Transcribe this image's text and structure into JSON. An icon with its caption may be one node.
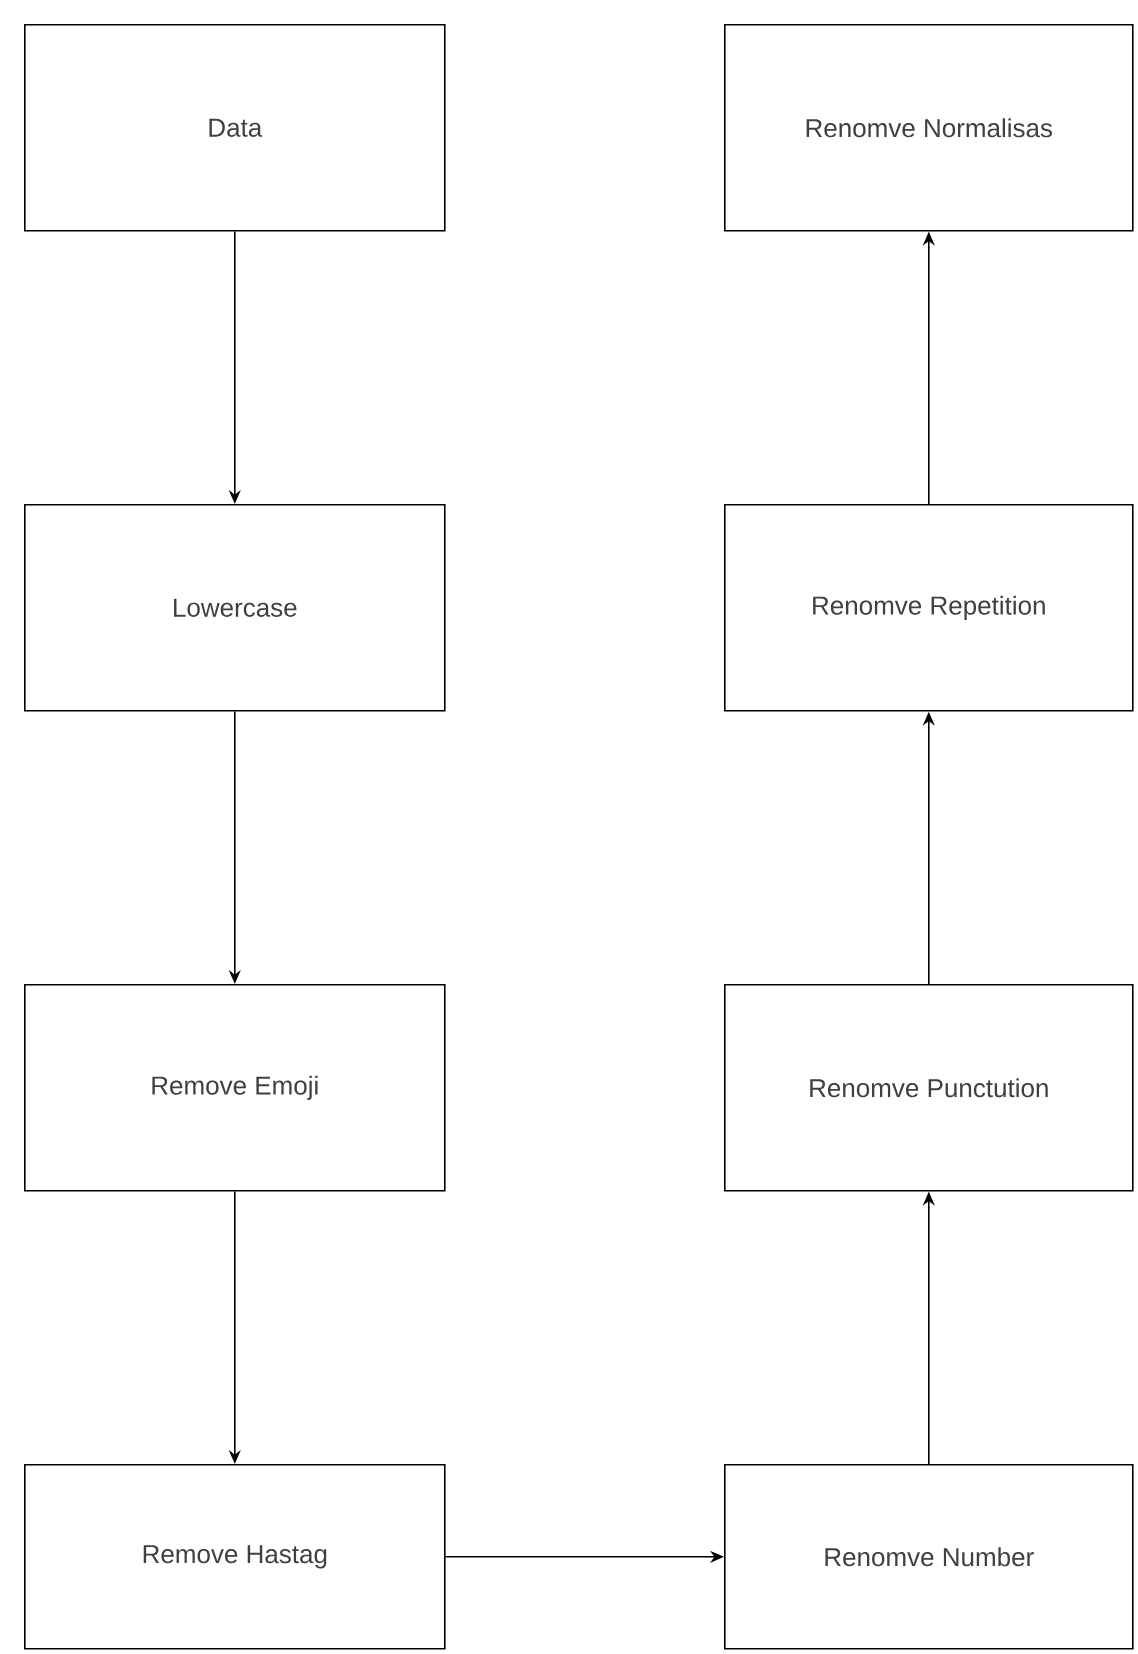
{
  "diagram": {
    "nodes": [
      {
        "text": [
          "Data"
        ]
      },
      {
        "text": [
          "Lowercase"
        ]
      },
      {
        "text": [
          "Remove Emoji"
        ]
      },
      {
        "text": [
          "Remove Hastag"
        ]
      },
      {
        "text": [
          "Renomve Number"
        ]
      },
      {
        "text": [
          "Renomve Punctution"
        ]
      },
      {
        "text": [
          "Renomve Repetition"
        ]
      },
      {
        "text": [
          "Renomve Normalisas"
        ]
      }
    ],
    "edges": [
      {
        "from": 0,
        "to": 1,
        "arrow": "to"
      },
      {
        "from": 1,
        "to": 2,
        "arrow": "to"
      },
      {
        "from": 2,
        "to": 3,
        "arrow": "to"
      },
      {
        "from": 3,
        "to": 4,
        "arrow": "to"
      },
      {
        "from": 4,
        "to": 5,
        "arrow": "to"
      },
      {
        "from": 5,
        "to": 6,
        "arrow": "to"
      },
      {
        "from": 6,
        "to": 7,
        "arrow": "to"
      }
    ]
  }
}
